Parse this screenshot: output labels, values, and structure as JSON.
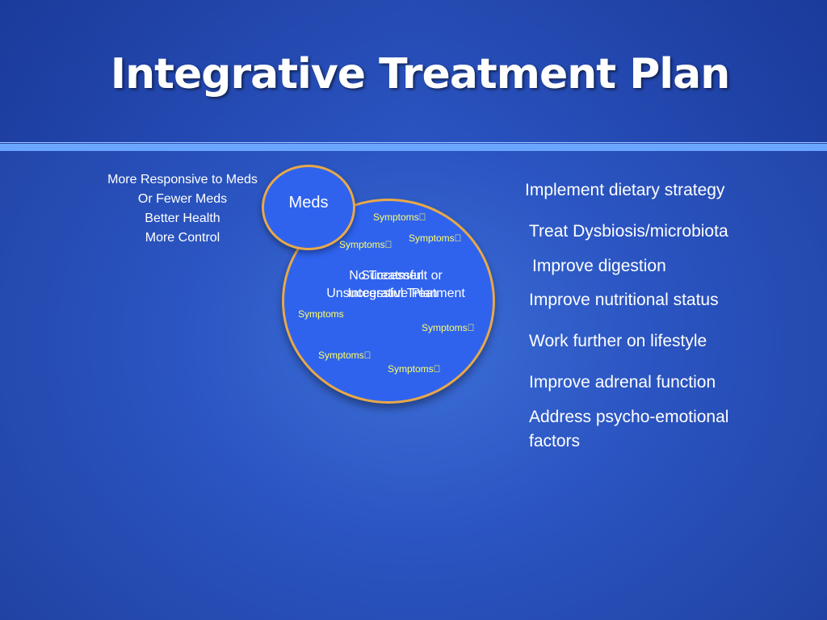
{
  "slide": {
    "title": "Integrative Treatment Plan"
  },
  "left_outcomes": [
    "More Responsive to Meds",
    "Or Fewer Meds",
    "Better Health",
    "More Control"
  ],
  "diagram": {
    "meds_label": "Meds",
    "overlap_text_a": [
      "No Treatment or",
      "Unsuccessful Treatment"
    ],
    "overlap_text_b": [
      "Successful",
      "Integrative Plan"
    ],
    "symptoms": [
      "Symptoms",
      "Symptoms",
      "Symptoms",
      "Symptoms",
      "Symptoms",
      "Symptoms",
      "Symptoms"
    ]
  },
  "right_list": [
    "Implement dietary strategy",
    "Treat Dysbiosis/microbiota",
    "Improve digestion",
    "Improve nutritional status",
    "Work further on lifestyle",
    "Improve adrenal function",
    "Address psycho-emotional factors"
  ],
  "colors": {
    "background": "#2b55c2",
    "accent_rule": "#6aa6ff",
    "circle_fill": "#2f63ee",
    "circle_border": "#e8a84a",
    "symptom_text": "#ffff66"
  }
}
